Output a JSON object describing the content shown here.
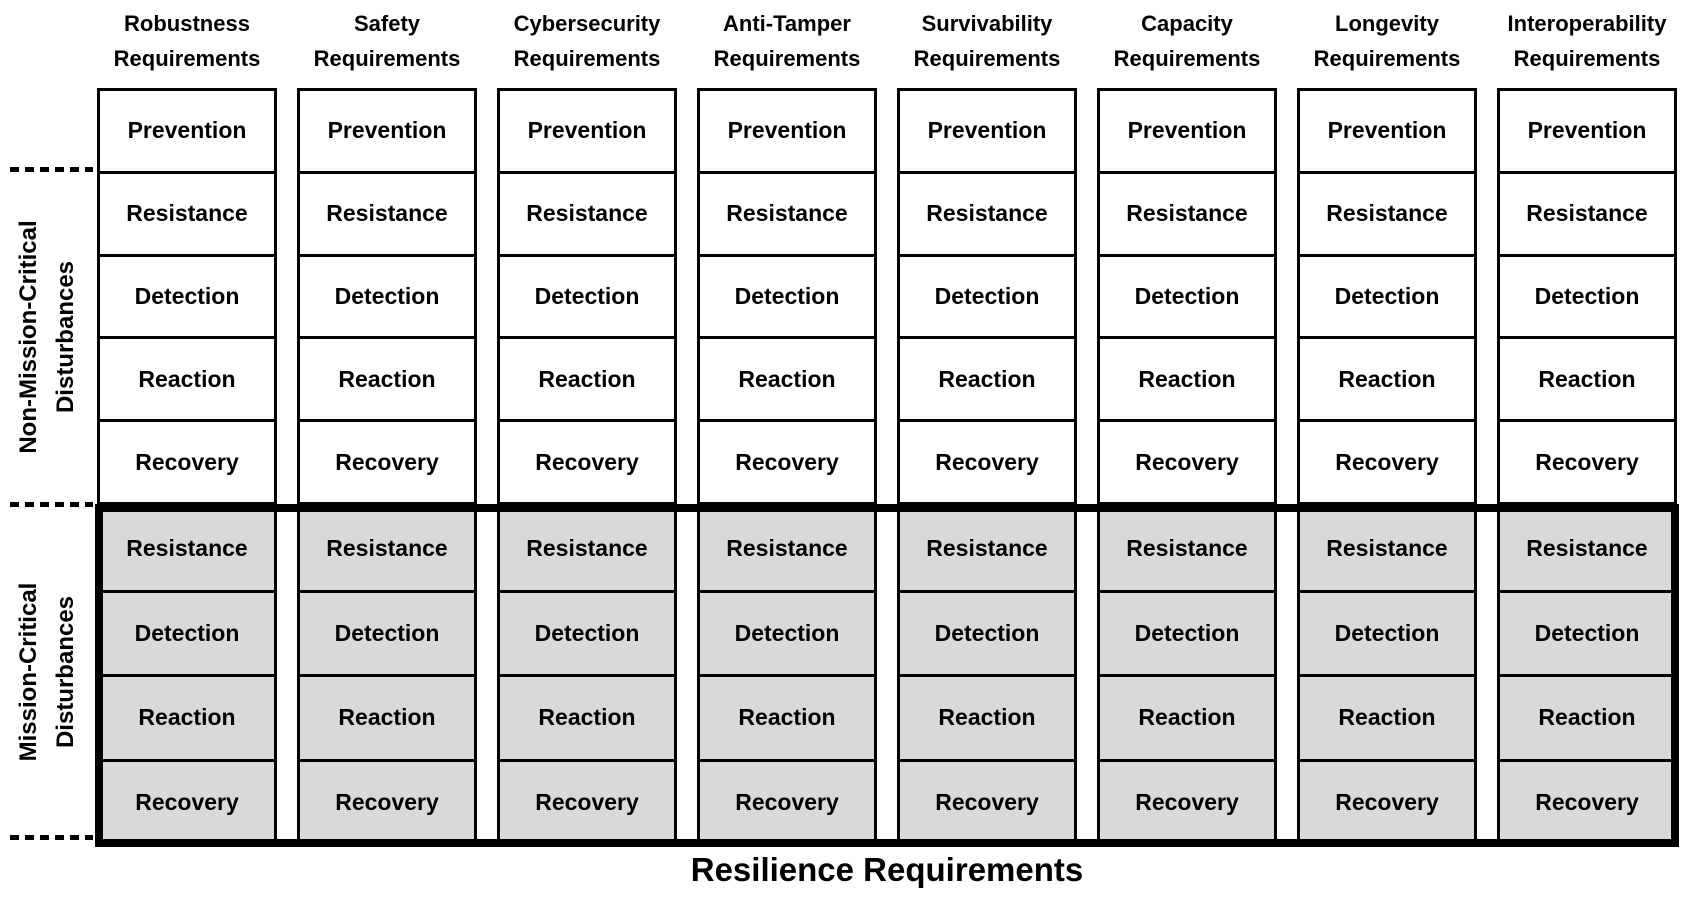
{
  "diagram": {
    "title": "Resilience Requirements",
    "side_labels": {
      "non_mission_critical": {
        "line1": "Non-Mission-Critical",
        "line2": "Disturbances"
      },
      "mission_critical": {
        "line1": "Mission-Critical",
        "line2": "Disturbances"
      }
    },
    "columns": [
      {
        "line1": "Robustness",
        "line2": "Requirements"
      },
      {
        "line1": "Safety",
        "line2": "Requirements"
      },
      {
        "line1": "Cybersecurity",
        "line2": "Requirements"
      },
      {
        "line1": "Anti-Tamper",
        "line2": "Requirements"
      },
      {
        "line1": "Survivability",
        "line2": "Requirements"
      },
      {
        "line1": "Capacity",
        "line2": "Requirements"
      },
      {
        "line1": "Longevity",
        "line2": "Requirements"
      },
      {
        "line1": "Interoperability",
        "line2": "Requirements"
      }
    ],
    "non_critical_phases": [
      "Prevention",
      "Resistance",
      "Detection",
      "Reaction",
      "Recovery"
    ],
    "critical_phases": [
      "Resistance",
      "Detection",
      "Reaction",
      "Recovery"
    ],
    "colors": {
      "background": "#ffffff",
      "non_critical_cell_fill": "#ffffff",
      "critical_cell_fill": "#d9d9d9",
      "border": "#000000",
      "text": "#000000"
    }
  }
}
